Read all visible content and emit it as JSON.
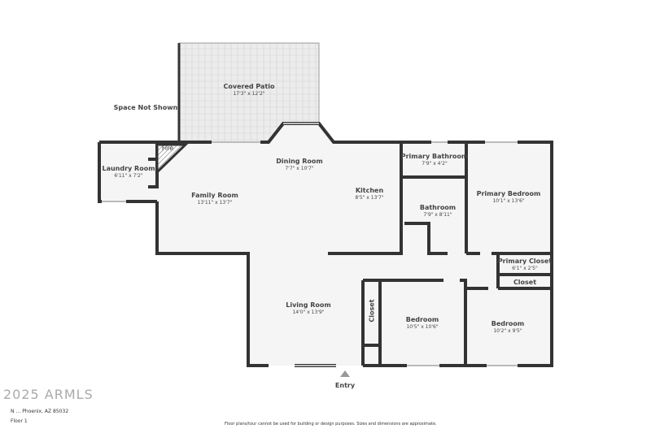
{
  "rooms": [
    {
      "name": "Covered Patio",
      "dims": "17'3\" x 12'2\""
    },
    {
      "name": "Laundry Room",
      "dims": "6'11\" x 7'2\""
    },
    {
      "name": "Fire",
      "dims": ""
    },
    {
      "name": "Dining Room",
      "dims": "7'7\" x 10'7\""
    },
    {
      "name": "Family Room",
      "dims": "13'11\" x 13'7\""
    },
    {
      "name": "Kitchen",
      "dims": "8'5\" x 13'7\""
    },
    {
      "name": "Primary Bathroom",
      "dims": "7'9\" x 4'2\""
    },
    {
      "name": "Bathroom",
      "dims": "7'9\" x 8'11\""
    },
    {
      "name": "Primary Bedroom",
      "dims": "10'1\" x 13'6\""
    },
    {
      "name": "Primary Closet",
      "dims": "6'1\" x 2'5\""
    },
    {
      "name": "Closet",
      "dims": ""
    },
    {
      "name": "Living Room",
      "dims": "14'0\" x 13'9\""
    },
    {
      "name": "Closet",
      "dims": ""
    },
    {
      "name": "Bedroom",
      "dims": "10'5\" x 10'6\""
    },
    {
      "name": "Bedroom",
      "dims": "10'2\" x 9'5\""
    }
  ],
  "space_not_shown": "Space Not Shown",
  "entry": "Entry",
  "address": "N … Phoenix, AZ 85032",
  "floor": "Floor 1",
  "watermark": "2025 ARMLS",
  "disclaimer": "Floor plans/tour cannot be used for building or design purposes. Sizes and dimensions are approximate.",
  "colors": {
    "wall": "#333333",
    "floor": "#f5f5f5",
    "patio": "#e4e4e4"
  }
}
